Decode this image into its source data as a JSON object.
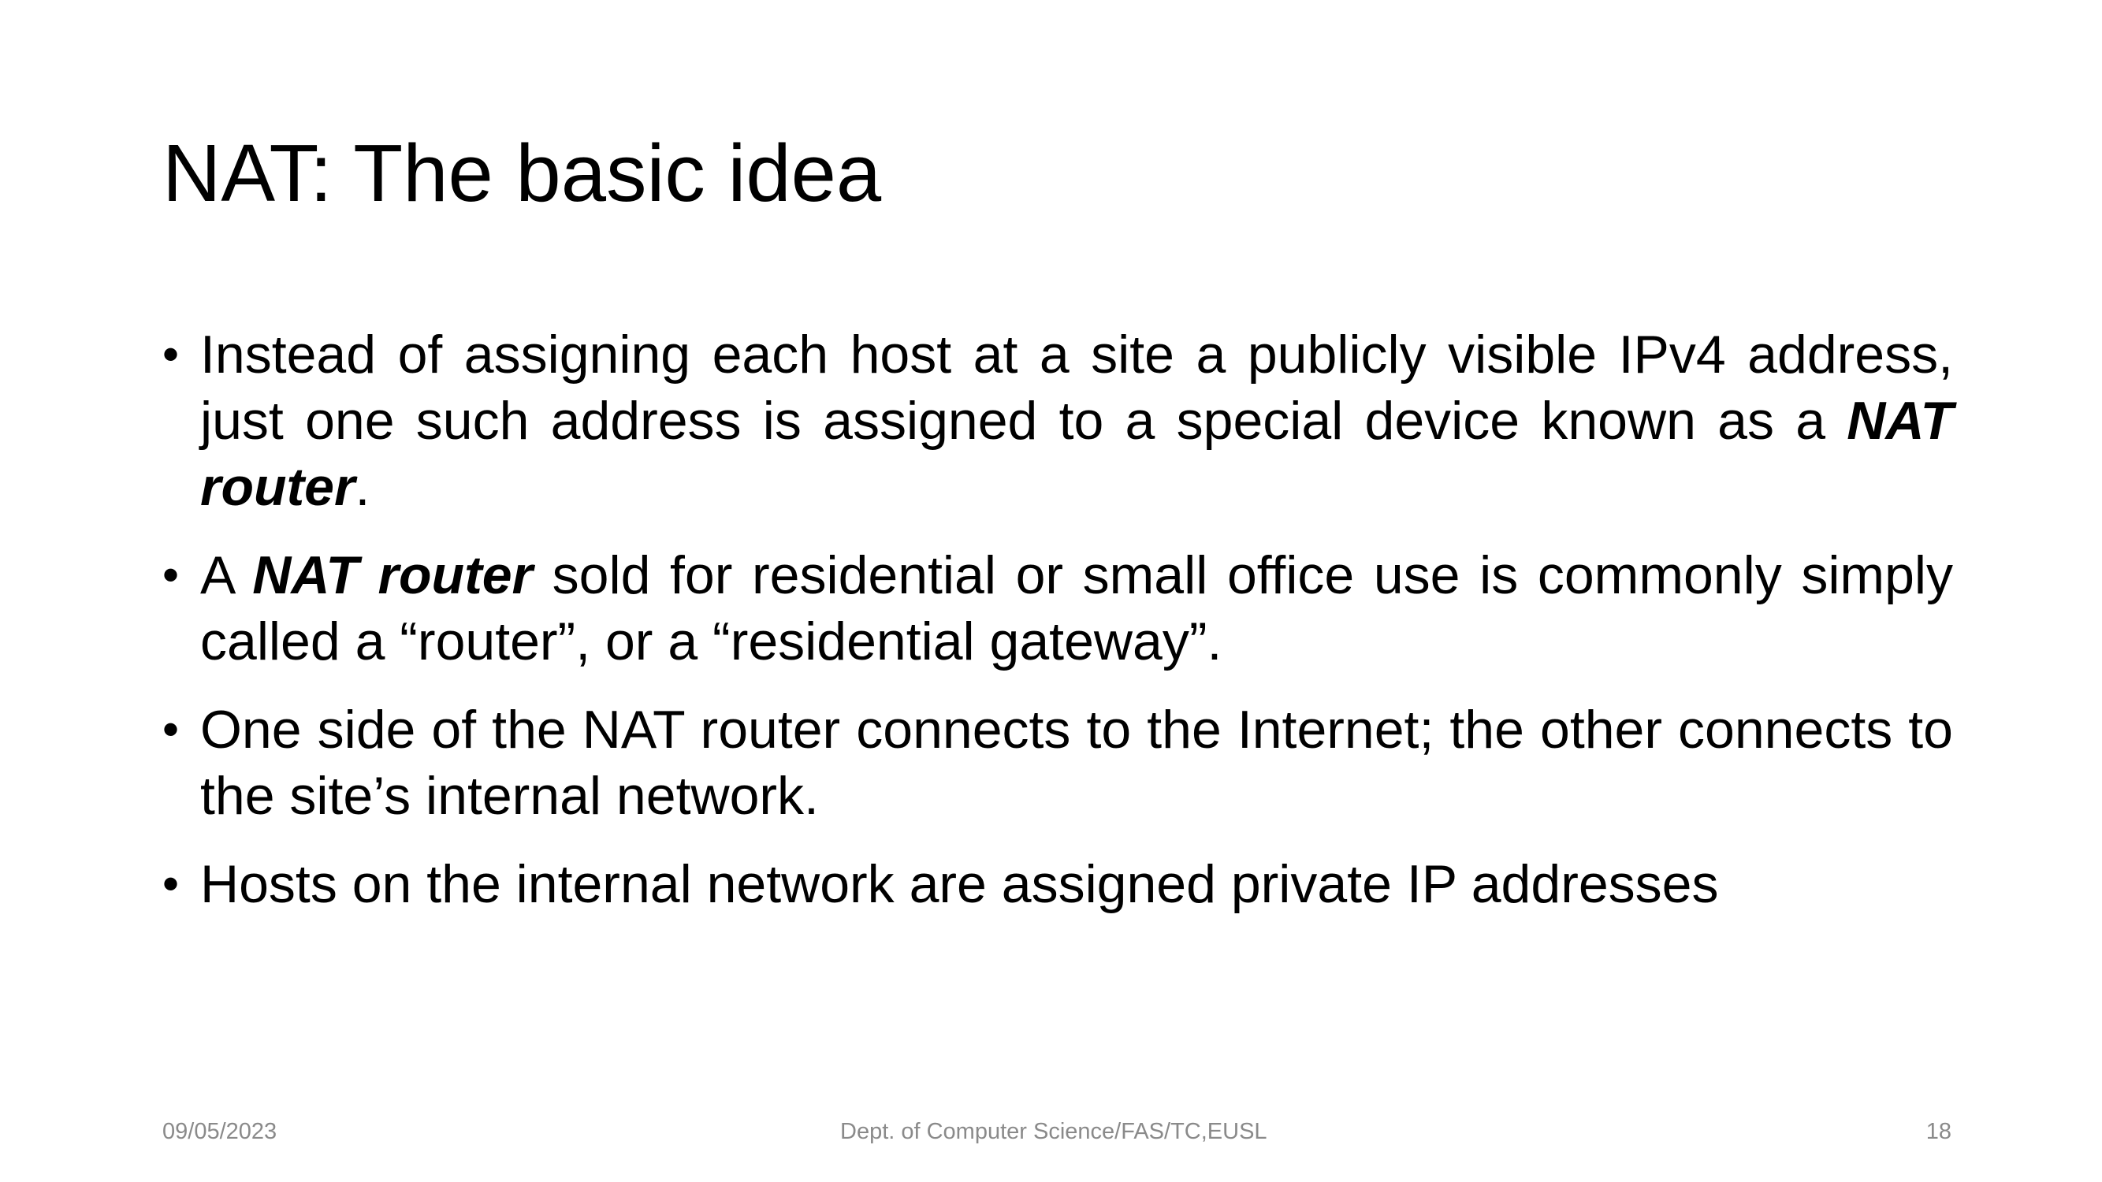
{
  "slide": {
    "title": "NAT: The basic idea",
    "bullets": [
      {
        "parts": [
          "Instead of assigning each host at a site a publicly visible IPv4 address, just one such address is assigned to a special device known as a ",
          "NAT router",
          "."
        ]
      },
      {
        "parts": [
          "A ",
          "NAT router",
          " sold for residential or small office use is commonly simply called a “router”, or a “residential gateway”."
        ]
      },
      {
        "text": "One side of the NAT router connects to the Internet; the other connects to the site’s internal network."
      },
      {
        "text": "Hosts on the internal network are assigned private IP addresses"
      }
    ],
    "bullet_symbol": "•"
  },
  "footer": {
    "date": "09/05/2023",
    "center": "Dept. of Computer Science/FAS/TC,EUSL",
    "page_number": "18"
  },
  "colors": {
    "text": "#000000",
    "footer_text": "#8a8a8a",
    "background": "#ffffff"
  }
}
